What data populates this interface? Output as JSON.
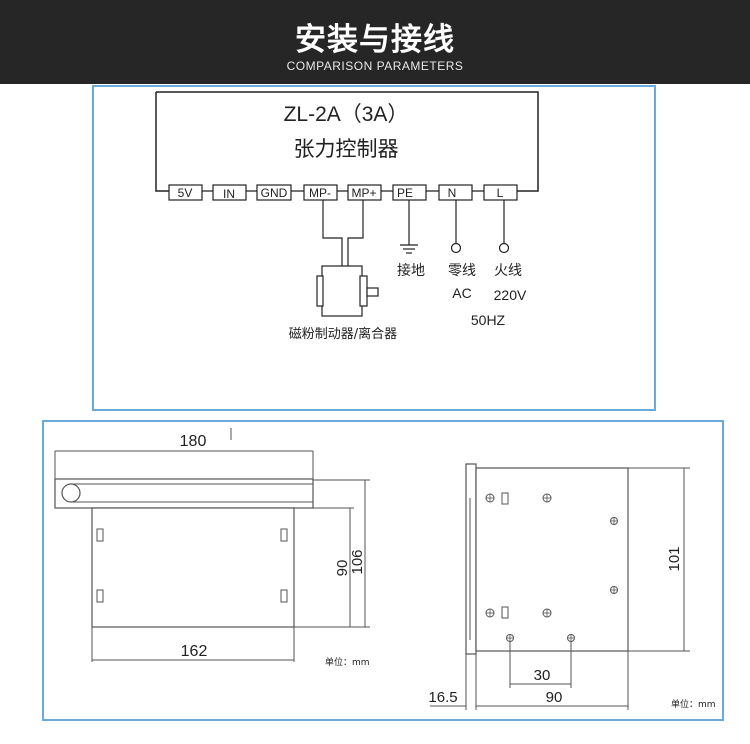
{
  "header": {
    "title": "安装与接线",
    "subtitle": "COMPARISON PARAMETERS"
  },
  "wiring": {
    "model": "ZL-2A（3A）",
    "name": "张力控制器",
    "terminals": [
      "5V",
      "IN",
      "GND",
      "MP-",
      "MP+",
      "PE",
      "N",
      "L"
    ],
    "brake_label": "磁粉制动器/离合器",
    "ground_label": "接地",
    "neutral_label": "零线",
    "live_label": "火线",
    "ac_label": "AC",
    "voltage_label": "220V",
    "freq_label": "50HZ"
  },
  "dimensions": {
    "front": {
      "width_top": "180",
      "width_bottom": "162",
      "height_inner": "90",
      "height_outer": "106",
      "unit": "单位：mm"
    },
    "side": {
      "height": "101",
      "hole_spacing": "30",
      "width": "90",
      "offset": "16.5",
      "unit": "单位：mm"
    }
  },
  "colors": {
    "banner": "#262626",
    "frame": "#6aaad8",
    "line": "#222222",
    "drawing": "#555555"
  }
}
